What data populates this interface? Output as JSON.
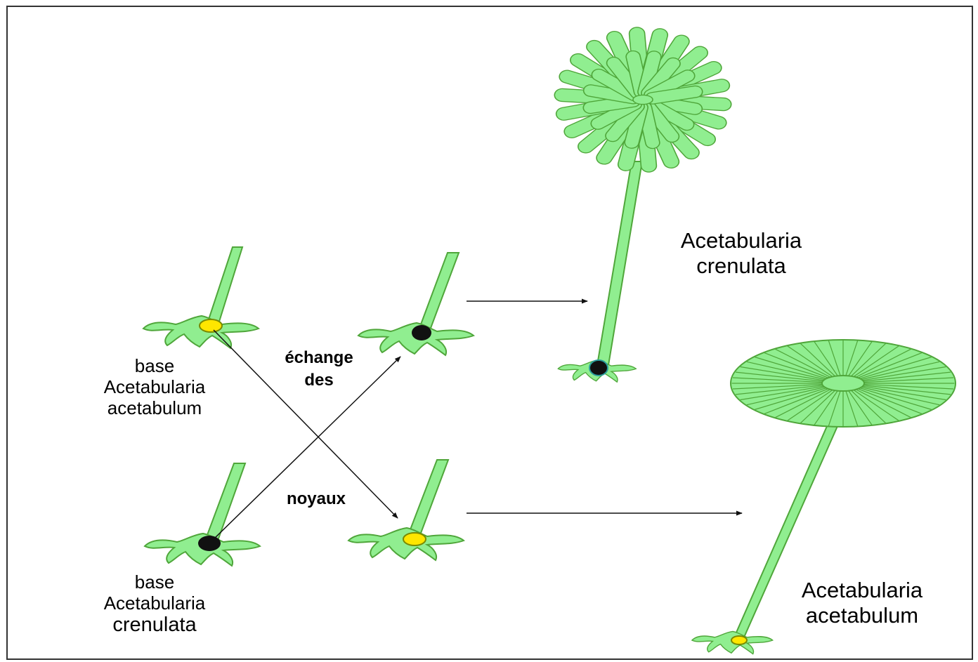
{
  "labels": {
    "base_acetabulum": [
      "base",
      "Acetabularia",
      "acetabulum"
    ],
    "base_crenulata": [
      "base",
      "Acetabularia",
      "crenulata"
    ],
    "exchange": [
      "échange",
      "des"
    ],
    "nuclei": "noyaux",
    "result_crenulata": [
      "Acetabularia",
      "crenulata"
    ],
    "result_acetabulum": [
      "Acetabularia",
      "acetabulum"
    ]
  },
  "colors": {
    "cell_fill": "#90EE90",
    "cell_stroke": "#4FA63A",
    "nucleus_acetabulum": "#FFE600",
    "nucleus_acetabulum_stroke": "#7A8A00",
    "nucleus_crenulata": "#111111",
    "arrow": "#111111",
    "frame": "#333333"
  }
}
